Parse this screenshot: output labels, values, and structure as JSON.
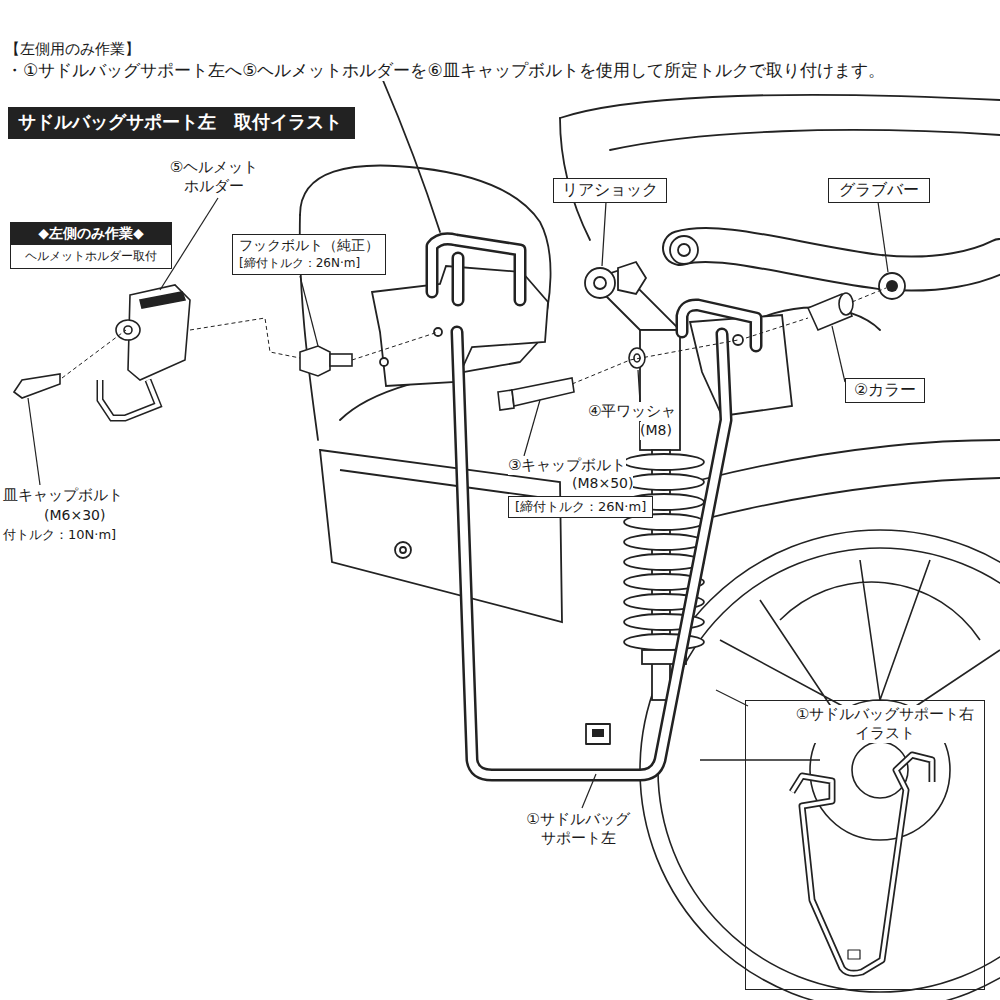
{
  "diagram": {
    "nodes": [
      {
        "text": [
          "サドルバッグサポート左　取付イラスト"
        ]
      },
      {
        "text": [
          "◆左側のみ作業◆",
          "ヘルメットホルダー取付"
        ]
      },
      {
        "text": [
          "フックボルト（純正）",
          "[締付トルク：26N·m]"
        ]
      },
      {
        "text": [
          "リアショック"
        ]
      },
      {
        "text": [
          "グラブバー"
        ]
      },
      {
        "text": [
          "②カラー"
        ]
      },
      {
        "text": [
          "[締付トルク：26N·m]"
        ]
      },
      {
        "text": [
          "①サドルバッグサポート右 イラスト"
        ]
      }
    ],
    "labels": [
      "【左側用のみ作業】",
      "・①サドルバッグサポート左へ⑤ヘルメットホルダーを⑥皿キャップボルトを使用して所定トルクで取り付けます。",
      "⑤ヘルメット ホルダー",
      "④平ワッシャ",
      "(M8)",
      "③キャップボルト",
      "(M8×50)",
      "皿キャップボルト",
      "(M6×30)",
      "付トルク：10N·m]",
      "①サドルバッグ サポート左"
    ]
  }
}
